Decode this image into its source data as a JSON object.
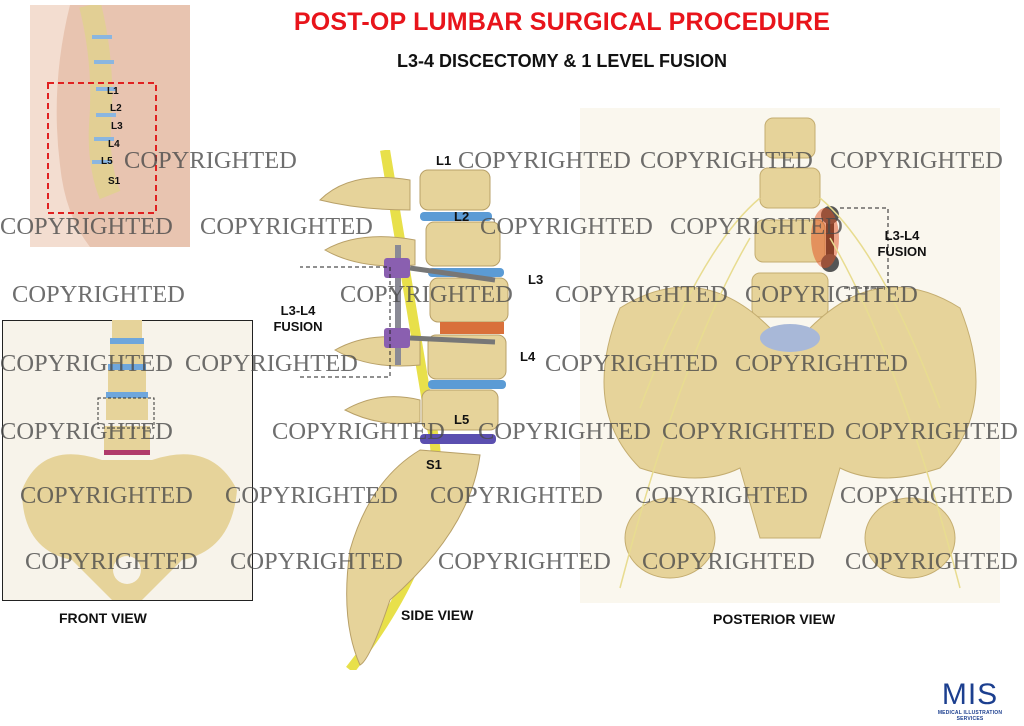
{
  "header": {
    "title": "POST-OP LUMBAR SURGICAL PROCEDURE",
    "subtitle": "L3-4 DISCECTOMY & 1 LEVEL FUSION"
  },
  "thumbnail": {
    "levels": [
      "L1",
      "L2",
      "L3",
      "L4",
      "L5",
      "S1"
    ],
    "highlight_color": "#e02020"
  },
  "front_view": {
    "label": "FRONT VIEW"
  },
  "side_view": {
    "label": "SIDE VIEW",
    "levels": [
      "L1",
      "L2",
      "L3",
      "L4",
      "L5",
      "S1"
    ],
    "fusion_label_line1": "L3-L4",
    "fusion_label_line2": "FUSION"
  },
  "posterior_view": {
    "label": "POSTERIOR VIEW",
    "fusion_label_line1": "L3-L4",
    "fusion_label_line2": "FUSION"
  },
  "watermark": {
    "text": "COPYRIGHTED"
  },
  "logo": {
    "mark": "MIS",
    "tagline": "MEDICAL ILLUSTRATION SERVICES"
  },
  "colors": {
    "title": "#e8141b",
    "bone": "#e6d39a",
    "disc": "#5b9bd5",
    "logo": "#1c3f8f"
  }
}
